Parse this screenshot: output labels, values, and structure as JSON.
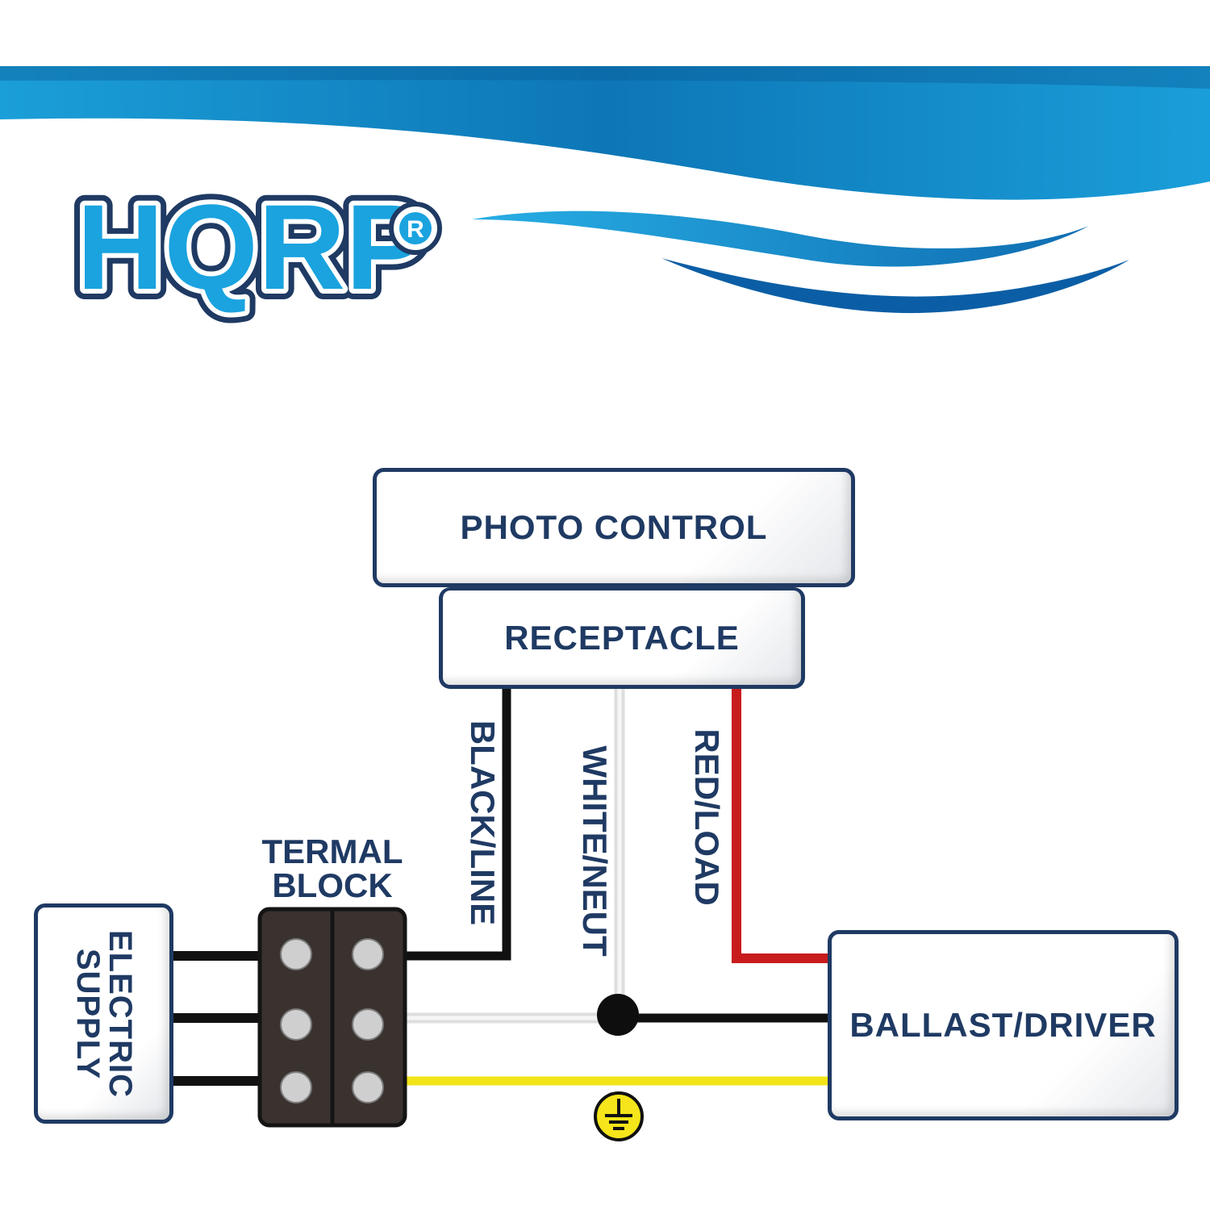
{
  "brand": {
    "logo_text": "HQRP",
    "registered_mark": "®"
  },
  "diagram": {
    "photo_control_label": "PHOTO CONTROL",
    "receptacle_label": "RECEPTACLE",
    "ballast_label": "BALLAST/DRIVER",
    "electric_supply_label": "ELECTRIC SUPPLY",
    "terminal_block_label_line1": "TERMAL",
    "terminal_block_label_line2": "BLOCK",
    "wire_black_label": "BLACK/LINE",
    "wire_white_label": "WHITE/NEUT",
    "wire_red_label": "RED/LOAD"
  },
  "colors": {
    "label_navy": "#1f3a63",
    "wire_black": "#111111",
    "wire_white": "#e6e6e6",
    "wire_red": "#cc1f1f",
    "wire_yellow": "#f4e61a",
    "brand_blue": "#1aa3df"
  }
}
